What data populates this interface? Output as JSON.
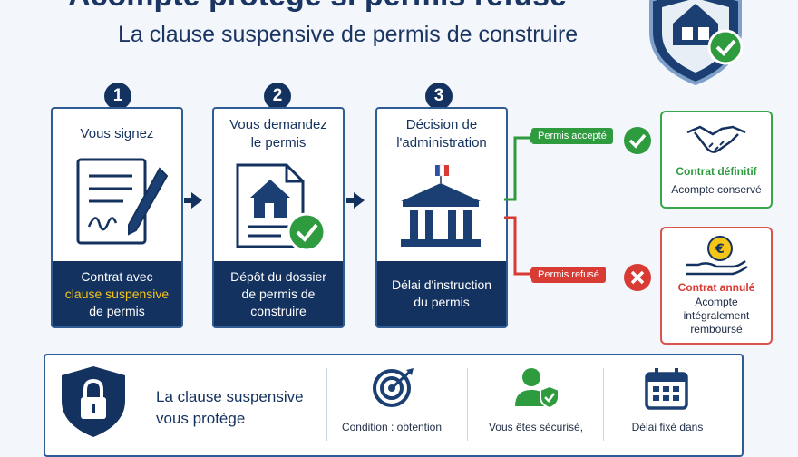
{
  "header": {
    "title": "Acompte protégé si permis refusé",
    "subtitle": "La clause suspensive de permis de construire"
  },
  "steps": [
    {
      "number": "1",
      "heading": "Vous signez",
      "footer_line1": "Contrat avec",
      "footer_highlight": "clause suspensive",
      "footer_line3": "de permis"
    },
    {
      "number": "2",
      "heading_line1": "Vous demandez",
      "heading_line2": "le permis",
      "footer_line1": "Dépôt du dossier",
      "footer_line2": "de permis de",
      "footer_line3": "construire"
    },
    {
      "number": "3",
      "heading_line1": "Décision de",
      "heading_line2": "l'administration",
      "footer_line1": "Délai d'instruction",
      "footer_line2": "du permis"
    }
  ],
  "outcomes": {
    "accepted": {
      "pill": "Permis accepté",
      "title": "Contrat définitif",
      "subtitle": "Acompte conservé"
    },
    "refused": {
      "pill": "Permis refusé",
      "title": "Contrat annulé",
      "subtitle_line1": "Acompte",
      "subtitle_line2": "intégralement",
      "subtitle_line3": "remboursé"
    }
  },
  "bottom": {
    "heading_line1": "La clause suspensive",
    "heading_line2": "vous protège",
    "features": [
      {
        "icon": "target-icon",
        "label": "Condition : obtention"
      },
      {
        "icon": "secure-user-icon",
        "label": "Vous êtes sécurisé,"
      },
      {
        "icon": "calendar-icon",
        "label": "Délai fixé dans"
      }
    ]
  },
  "colors": {
    "navy": "#14325f",
    "green": "#2e9b3f",
    "red": "#d83a34",
    "yellow": "#f5c518"
  }
}
